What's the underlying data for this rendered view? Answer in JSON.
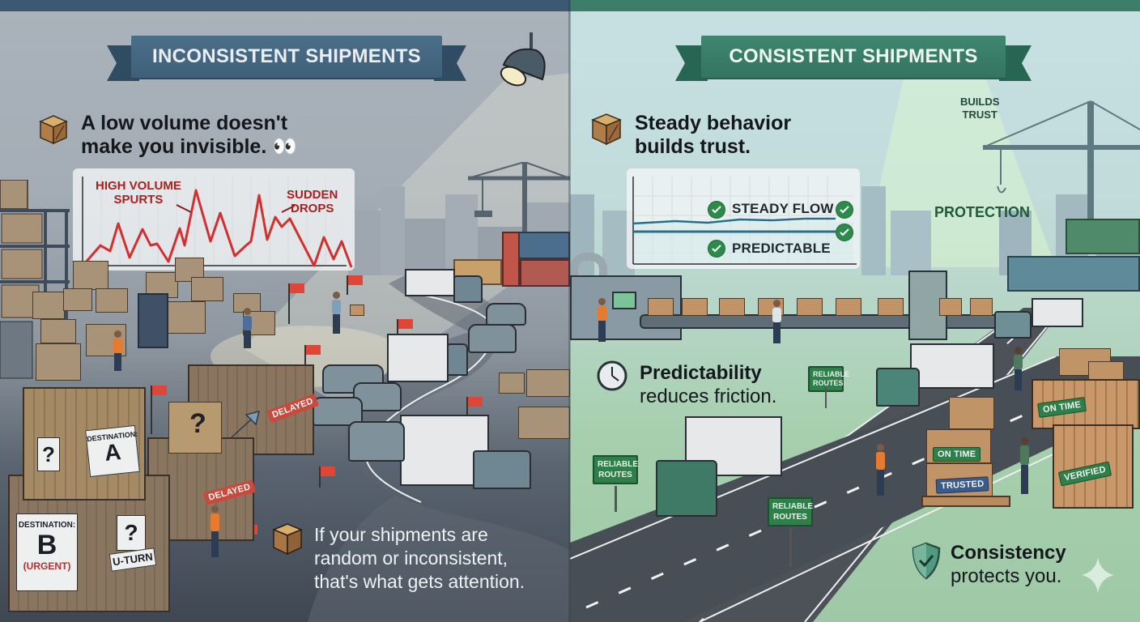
{
  "left_panel": {
    "ribbon_title": "INCONSISTENT SHIPMENTS",
    "headline": {
      "line1": "A low volume doesn't",
      "line2": "make you invisible. 👀",
      "icon": "crate-icon"
    },
    "chart": {
      "label_spurts_line1": "HIGH VOLUME",
      "label_spurts_line2": "SPURTS",
      "label_drops_line1": "SUDDEN",
      "label_drops_line2": "DROPS",
      "line_color": "#d32f2f"
    },
    "crate_labels": {
      "dest_a_title": "DESTINATION:",
      "dest_a_value": "A",
      "dest_b_title": "DESTINATION:",
      "dest_b_value": "B",
      "dest_b_note": "(URGENT)",
      "question": "?",
      "uturn": "U-TURN",
      "delayed1": "DELAYED",
      "delayed2": "DELAYED"
    },
    "footer_text": {
      "line1": "If your shipments are",
      "line2": "random or inconsistent,",
      "line3": "that's what gets attention.",
      "icon": "crate-icon"
    },
    "accent_color": "#3f6079"
  },
  "right_panel": {
    "ribbon_title": "CONSISTENT SHIPMENTS",
    "headline": {
      "line1": "Steady behavior",
      "line2": "builds trust.",
      "icon": "crate-icon"
    },
    "chart": {
      "label_steady": "STEADY FLOW",
      "label_predictable": "PREDICTABLE",
      "line_color": "#2a6f8a"
    },
    "spotlight_labels": {
      "builds_trust_line1": "BUILDS",
      "builds_trust_line2": "TRUST",
      "protection": "PROTECTION"
    },
    "predictability": {
      "line1": "Predictability",
      "line2": "reduces friction.",
      "icon": "clock-icon"
    },
    "signs": {
      "sign_top_line1": "RELIABLE",
      "sign_top_line2": "ROUTES",
      "sign_left_line1": "RELIABLE",
      "sign_left_line2": "ROUTES",
      "sign_center_line1": "RELIABLE",
      "sign_center_line2": "ROUTES"
    },
    "tags": {
      "on_time_1": "ON TIME",
      "on_time_2": "ON TIME",
      "trusted": "TRUSTED",
      "verified": "VERIFIED"
    },
    "footer_text": {
      "line1": "Consistency",
      "line2": "protects you.",
      "icon": "shield-check-icon"
    },
    "accent_color": "#337560"
  }
}
